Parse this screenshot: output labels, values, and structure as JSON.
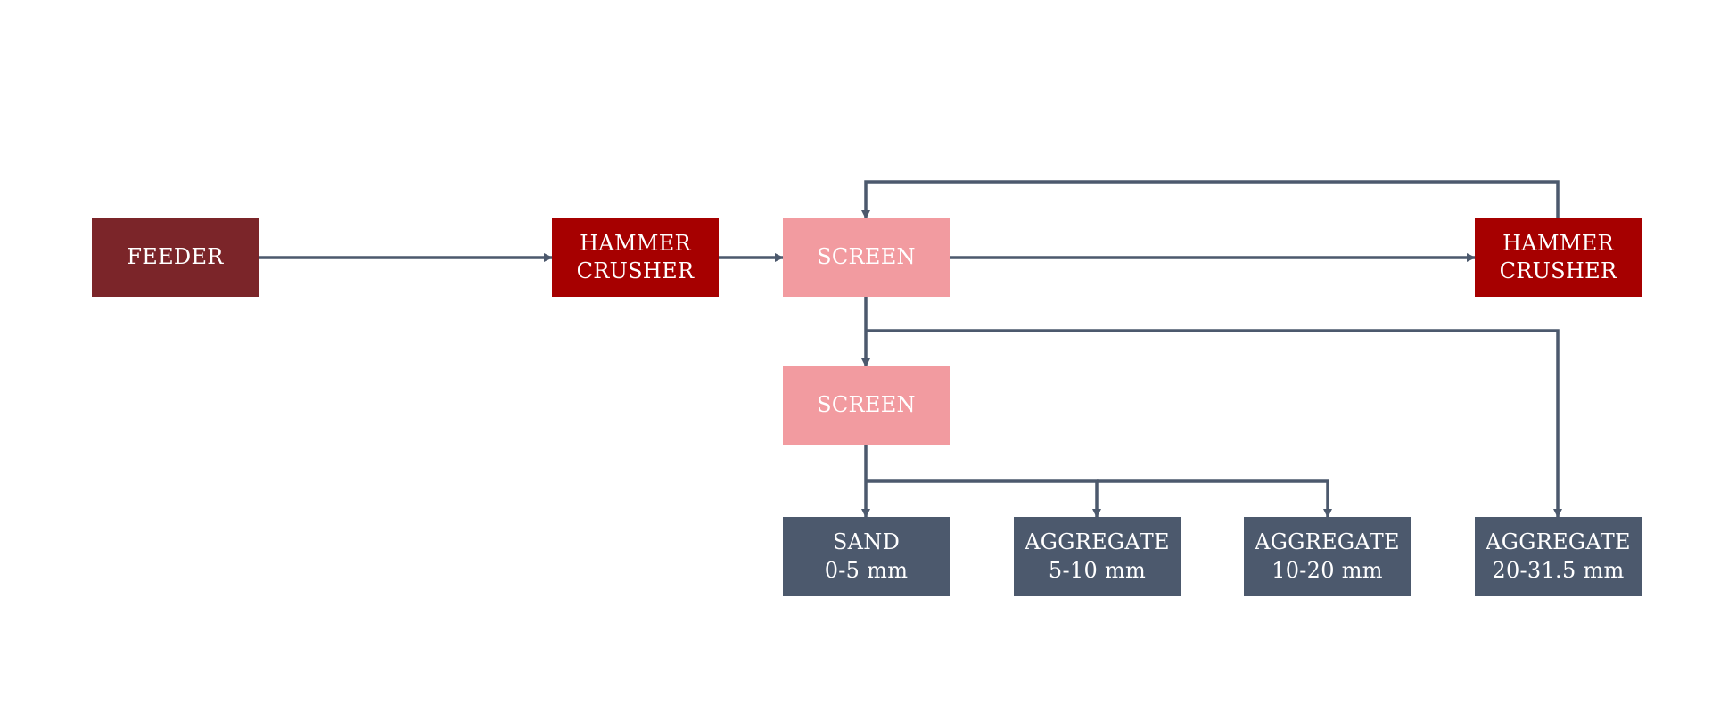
{
  "colors": {
    "feeder": "#7b2529",
    "crusher": "#a60000",
    "screen": "#f29ba0",
    "product": "#4c596d",
    "connector": "#4c596d",
    "text": "#ffffff",
    "background": "#ffffff"
  },
  "nodes": {
    "feeder": {
      "lines": [
        "FEEDER"
      ]
    },
    "hammer1": {
      "lines": [
        "HAMMER",
        "CRUSHER"
      ]
    },
    "screen1": {
      "lines": [
        "SCREEN"
      ]
    },
    "hammer2": {
      "lines": [
        "HAMMER",
        "CRUSHER"
      ]
    },
    "screen2": {
      "lines": [
        "SCREEN"
      ]
    },
    "sand": {
      "lines": [
        "SAND",
        "0-5 mm"
      ]
    },
    "agg1": {
      "lines": [
        "AGGREGATE",
        "5-10 mm"
      ]
    },
    "agg2": {
      "lines": [
        "AGGREGATE",
        "10-20 mm"
      ]
    },
    "agg3": {
      "lines": [
        "AGGREGATE",
        "20-31.5 mm"
      ]
    }
  },
  "edges": [
    {
      "from": "feeder",
      "to": "hammer1"
    },
    {
      "from": "hammer1",
      "to": "screen1"
    },
    {
      "from": "screen1",
      "to": "hammer2"
    },
    {
      "from": "hammer2",
      "to": "screen1"
    },
    {
      "from": "screen1",
      "to": "screen2"
    },
    {
      "from": "screen1",
      "to": "agg3"
    },
    {
      "from": "screen2",
      "to": "sand"
    },
    {
      "from": "screen2",
      "to": "agg1"
    },
    {
      "from": "screen2",
      "to": "agg2"
    }
  ]
}
